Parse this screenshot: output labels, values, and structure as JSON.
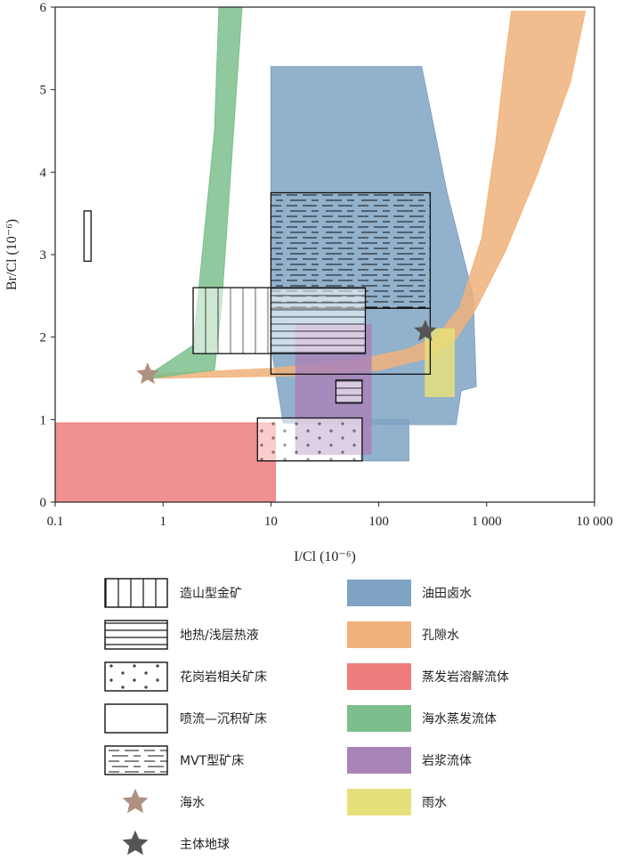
{
  "chart_data": {
    "type": "scatter",
    "xlabel": "I/Cl (10⁻⁶)",
    "ylabel": "Br/Cl (10⁻⁶)",
    "x_scale": "log",
    "xlim": [
      0.1,
      10000
    ],
    "ylim": [
      0,
      6
    ],
    "x_ticks": [
      0.1,
      1,
      10,
      100,
      1000,
      10000
    ],
    "x_tick_labels": [
      "0.1",
      "1",
      "10",
      "100",
      "1 000",
      "10 000"
    ],
    "y_ticks": [
      0,
      1,
      2,
      3,
      4,
      5,
      6
    ],
    "y_tick_labels": [
      "0",
      "1",
      "2",
      "3",
      "4",
      "5",
      "6"
    ],
    "grid": false,
    "legend_position": "bottom",
    "fields": [
      {
        "name": "油田卤水",
        "color": "#7fa3c3",
        "type": "area",
        "points": [
          [
            10,
            5.28
          ],
          [
            250,
            5.28
          ],
          [
            430,
            3.75
          ],
          [
            750,
            2.5
          ],
          [
            800,
            1.4
          ],
          [
            580,
            1.35
          ],
          [
            520,
            0.94
          ],
          [
            130,
            0.94
          ],
          [
            13,
            0.96
          ],
          [
            10,
            1.9
          ]
        ]
      },
      {
        "name": "油田卤水",
        "color": "#7fa3c3",
        "type": "area",
        "points": [
          [
            68,
            1.0
          ],
          [
            190,
            1.0
          ],
          [
            190,
            0.5
          ],
          [
            68,
            0.5
          ]
        ]
      },
      {
        "name": "孔隙水",
        "color": "#f0b27a",
        "type": "area",
        "points": [
          [
            0.7,
            1.55
          ],
          [
            10,
            1.62
          ],
          [
            60,
            1.72
          ],
          [
            180,
            1.85
          ],
          [
            340,
            2.0
          ],
          [
            560,
            2.35
          ],
          [
            900,
            3.2
          ],
          [
            1200,
            4.3
          ],
          [
            1500,
            5.4
          ],
          [
            1700,
            5.95
          ],
          [
            8200,
            5.95
          ],
          [
            6000,
            5.1
          ],
          [
            3000,
            4.0
          ],
          [
            1500,
            3.05
          ],
          [
            800,
            2.35
          ],
          [
            500,
            1.95
          ],
          [
            300,
            1.75
          ],
          [
            100,
            1.6
          ],
          [
            15,
            1.53
          ],
          [
            0.7,
            1.5
          ]
        ]
      },
      {
        "name": "蒸发岩溶解流体",
        "color": "#ef7c7c",
        "type": "area",
        "points": [
          [
            0.1,
            0.96
          ],
          [
            11,
            0.96
          ],
          [
            11,
            0
          ],
          [
            0.1,
            0
          ]
        ]
      },
      {
        "name": "海水蒸发流体",
        "color": "#7cbf8c",
        "type": "area",
        "points": [
          [
            0.75,
            1.55
          ],
          [
            1.9,
            1.9
          ],
          [
            3,
            4.5
          ],
          [
            3.3,
            6
          ],
          [
            5.4,
            6
          ],
          [
            3.5,
            2.4
          ],
          [
            3.0,
            1.6
          ],
          [
            0.75,
            1.5
          ]
        ]
      },
      {
        "name": "岩浆流体",
        "color": "#a984b9",
        "type": "area",
        "points": [
          [
            17,
            2.15
          ],
          [
            85,
            2.15
          ],
          [
            85,
            0.58
          ],
          [
            17,
            0.58
          ]
        ]
      },
      {
        "name": "雨水",
        "color": "#e6e07a",
        "type": "area",
        "points": [
          [
            270,
            2.1
          ],
          [
            500,
            2.1
          ],
          [
            500,
            1.28
          ],
          [
            270,
            1.28
          ]
        ]
      }
    ],
    "pattern_fields": [
      {
        "name": "MVT型矿床",
        "pattern": "mvt",
        "x": [
          10,
          300
        ],
        "y": [
          2.35,
          3.75
        ]
      },
      {
        "name": "喷流—沉积矿床",
        "pattern": "empty",
        "x": [
          10,
          300
        ],
        "y": [
          1.55,
          2.35
        ]
      },
      {
        "name": "地热/浅层热液",
        "pattern": "horizontal",
        "x": [
          10,
          75
        ],
        "y": [
          1.8,
          2.6
        ]
      },
      {
        "name": "地热/浅层热液",
        "pattern": "horizontal",
        "x": [
          40,
          70
        ],
        "y": [
          1.2,
          1.48
        ]
      },
      {
        "name": "造山型金矿",
        "pattern": "vertical",
        "x": [
          1.9,
          10
        ],
        "y": [
          1.8,
          2.6
        ]
      },
      {
        "name": "花岗岩相关矿床",
        "pattern": "cross",
        "x": [
          7.5,
          70
        ],
        "y": [
          0.5,
          1.02
        ]
      },
      {
        "name": "造山型金矿",
        "pattern": "empty",
        "x": [
          0.185,
          0.215
        ],
        "y": [
          2.92,
          3.53
        ]
      }
    ],
    "points": [
      {
        "name": "海水",
        "x": 0.72,
        "y": 1.55,
        "color": "#b09080"
      },
      {
        "name": "主体地球",
        "x": 270,
        "y": 2.07,
        "color": "#555555"
      }
    ],
    "legend": {
      "left": [
        {
          "label": "造山型金矿",
          "pattern": "vertical"
        },
        {
          "label": "地热/浅层热液",
          "pattern": "horizontal"
        },
        {
          "label": "花岗岩相关矿床",
          "pattern": "cross"
        },
        {
          "label": "喷流—沉积矿床",
          "pattern": "empty"
        },
        {
          "label": "MVT型矿床",
          "pattern": "mvt"
        },
        {
          "label": "海水",
          "marker": "star",
          "color": "#b09080"
        },
        {
          "label": "主体地球",
          "marker": "star",
          "color": "#555555"
        }
      ],
      "right": [
        {
          "label": "油田卤水",
          "color": "#7fa3c3"
        },
        {
          "label": "孔隙水",
          "color": "#f0b27a"
        },
        {
          "label": "蒸发岩溶解流体",
          "color": "#ef7c7c"
        },
        {
          "label": "海水蒸发流体",
          "color": "#7cbf8c"
        },
        {
          "label": "岩浆流体",
          "color": "#a984b9"
        },
        {
          "label": "雨水",
          "color": "#e6e07a"
        }
      ]
    }
  }
}
